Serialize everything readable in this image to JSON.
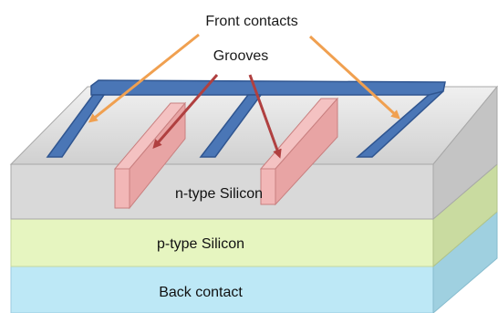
{
  "labels": {
    "front_contacts": "Front contacts",
    "grooves": "Grooves",
    "n_type": "n-type Silicon",
    "p_type": "p-type Silicon",
    "back_contact": "Back contact"
  },
  "colors": {
    "n_type_front": "#d9d9d9",
    "n_type_top": "#e4e4e4",
    "n_type_side": "#c4c4c4",
    "p_type_front": "#e6f5c0",
    "p_type_side": "#c9dba0",
    "back_front": "#bde8f6",
    "back_side": "#9fd0e0",
    "contact_fill": "#4a76b6",
    "contact_stroke": "#2f5590",
    "groove_fill": "#f2b7b7",
    "groove_stroke": "#c98080",
    "orange_arrow": "#f0a050",
    "red_arrow": "#b04040"
  }
}
